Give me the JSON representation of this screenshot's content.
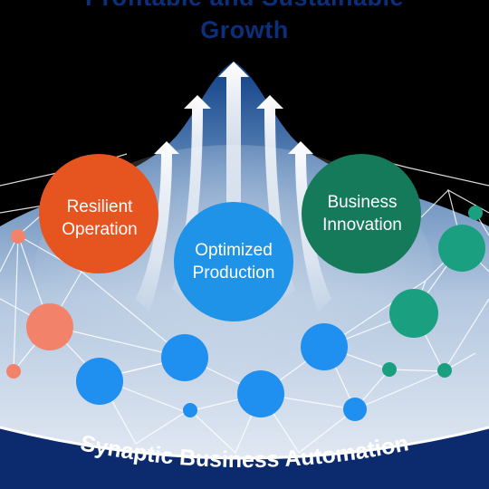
{
  "title": {
    "line1": "Profitable and Sustainable",
    "line2": "Growth"
  },
  "circles": {
    "resilient": {
      "line1": "Resilient",
      "line2": "Operation"
    },
    "optimized": {
      "line1": "Optimized",
      "line2": "Production"
    },
    "business": {
      "line1": "Business",
      "line2": "Innovation"
    }
  },
  "banner": "Synaptic Business Automation",
  "colors": {
    "background": "#000000",
    "title": "#0b2f7a",
    "resilient": "#e6541f",
    "optimized": "#1f93e8",
    "business": "#157a5a",
    "banner": "#0c2a6e",
    "orange_node": "#f3826a",
    "green_node": "#1aa081",
    "blue_node": "#1f8ff0"
  }
}
